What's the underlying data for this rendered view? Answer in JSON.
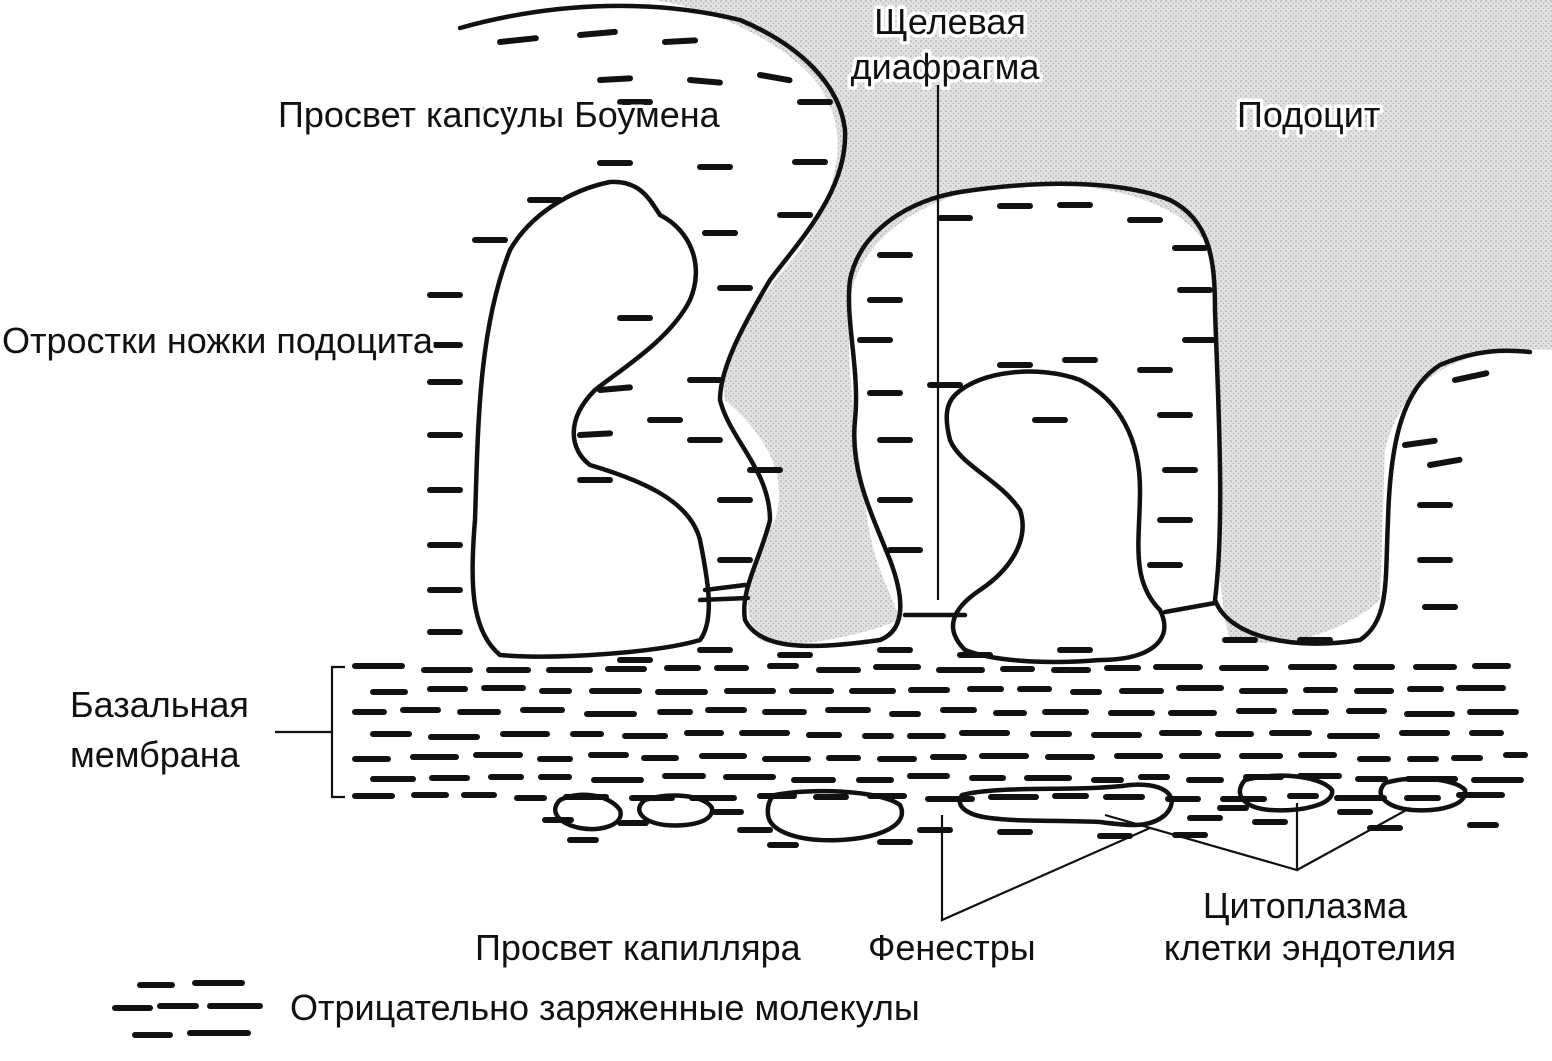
{
  "diagram": {
    "labels": {
      "slit_diaphragm_line1": "Щелевая",
      "slit_diaphragm_line2": "диафрагма",
      "bowman_lumen": "Просвет капсулы Боумена",
      "podocyte": "Подоцит",
      "foot_processes": "Отростки ножки подоцита",
      "basement_membrane_line1": "Базальная",
      "basement_membrane_line2": "мембрана",
      "capillary_lumen": "Просвет капилляра",
      "fenestrae": "Фенестры",
      "endothelial_cytoplasm_line1": "Цитоплазма",
      "endothelial_cytoplasm_line2": "клетки эндотелия"
    },
    "legend": {
      "negative_molecules": "Отрицательно заряженные молекулы"
    },
    "colors": {
      "ink": "#111111",
      "podocyte_shading": "#dcdcdc",
      "foot_process_shading": "#d2d2d2",
      "background": "#ffffff"
    }
  }
}
